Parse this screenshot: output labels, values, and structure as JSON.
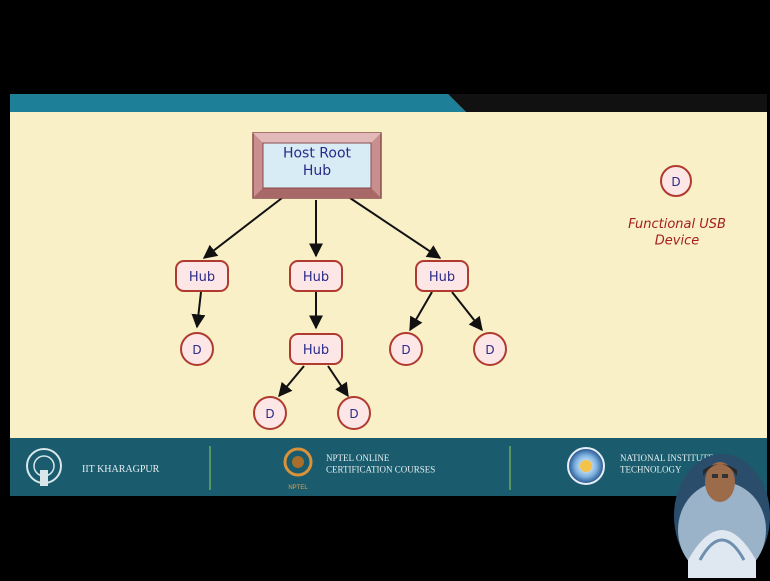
{
  "diagram": {
    "root": "Host Root\nHub",
    "hub_label": "Hub",
    "device_label": "D",
    "legend": {
      "symbol": "D",
      "caption": "Functional USB\nDevice"
    }
  },
  "footer": {
    "institute": "IIT KHARAGPUR",
    "nptel": "NPTEL ONLINE\nCERTIFICATION COURSES",
    "nptel_logo": "NPTEL",
    "national": "NATIONAL INSTITUTE OF\nTECHNOLOGY"
  },
  "colors": {
    "slide_bg": "#f9f0c8",
    "teal_band": "#1e7f99",
    "hub_fill": "#fde6e6",
    "hub_border": "#b03a2e",
    "root_fill": "#d8ecf5",
    "root_frame": "#c98f8f",
    "text_navy": "#2a2a8a",
    "caption_red": "#a31f1f",
    "footer_bg": "#1a5c6e"
  }
}
